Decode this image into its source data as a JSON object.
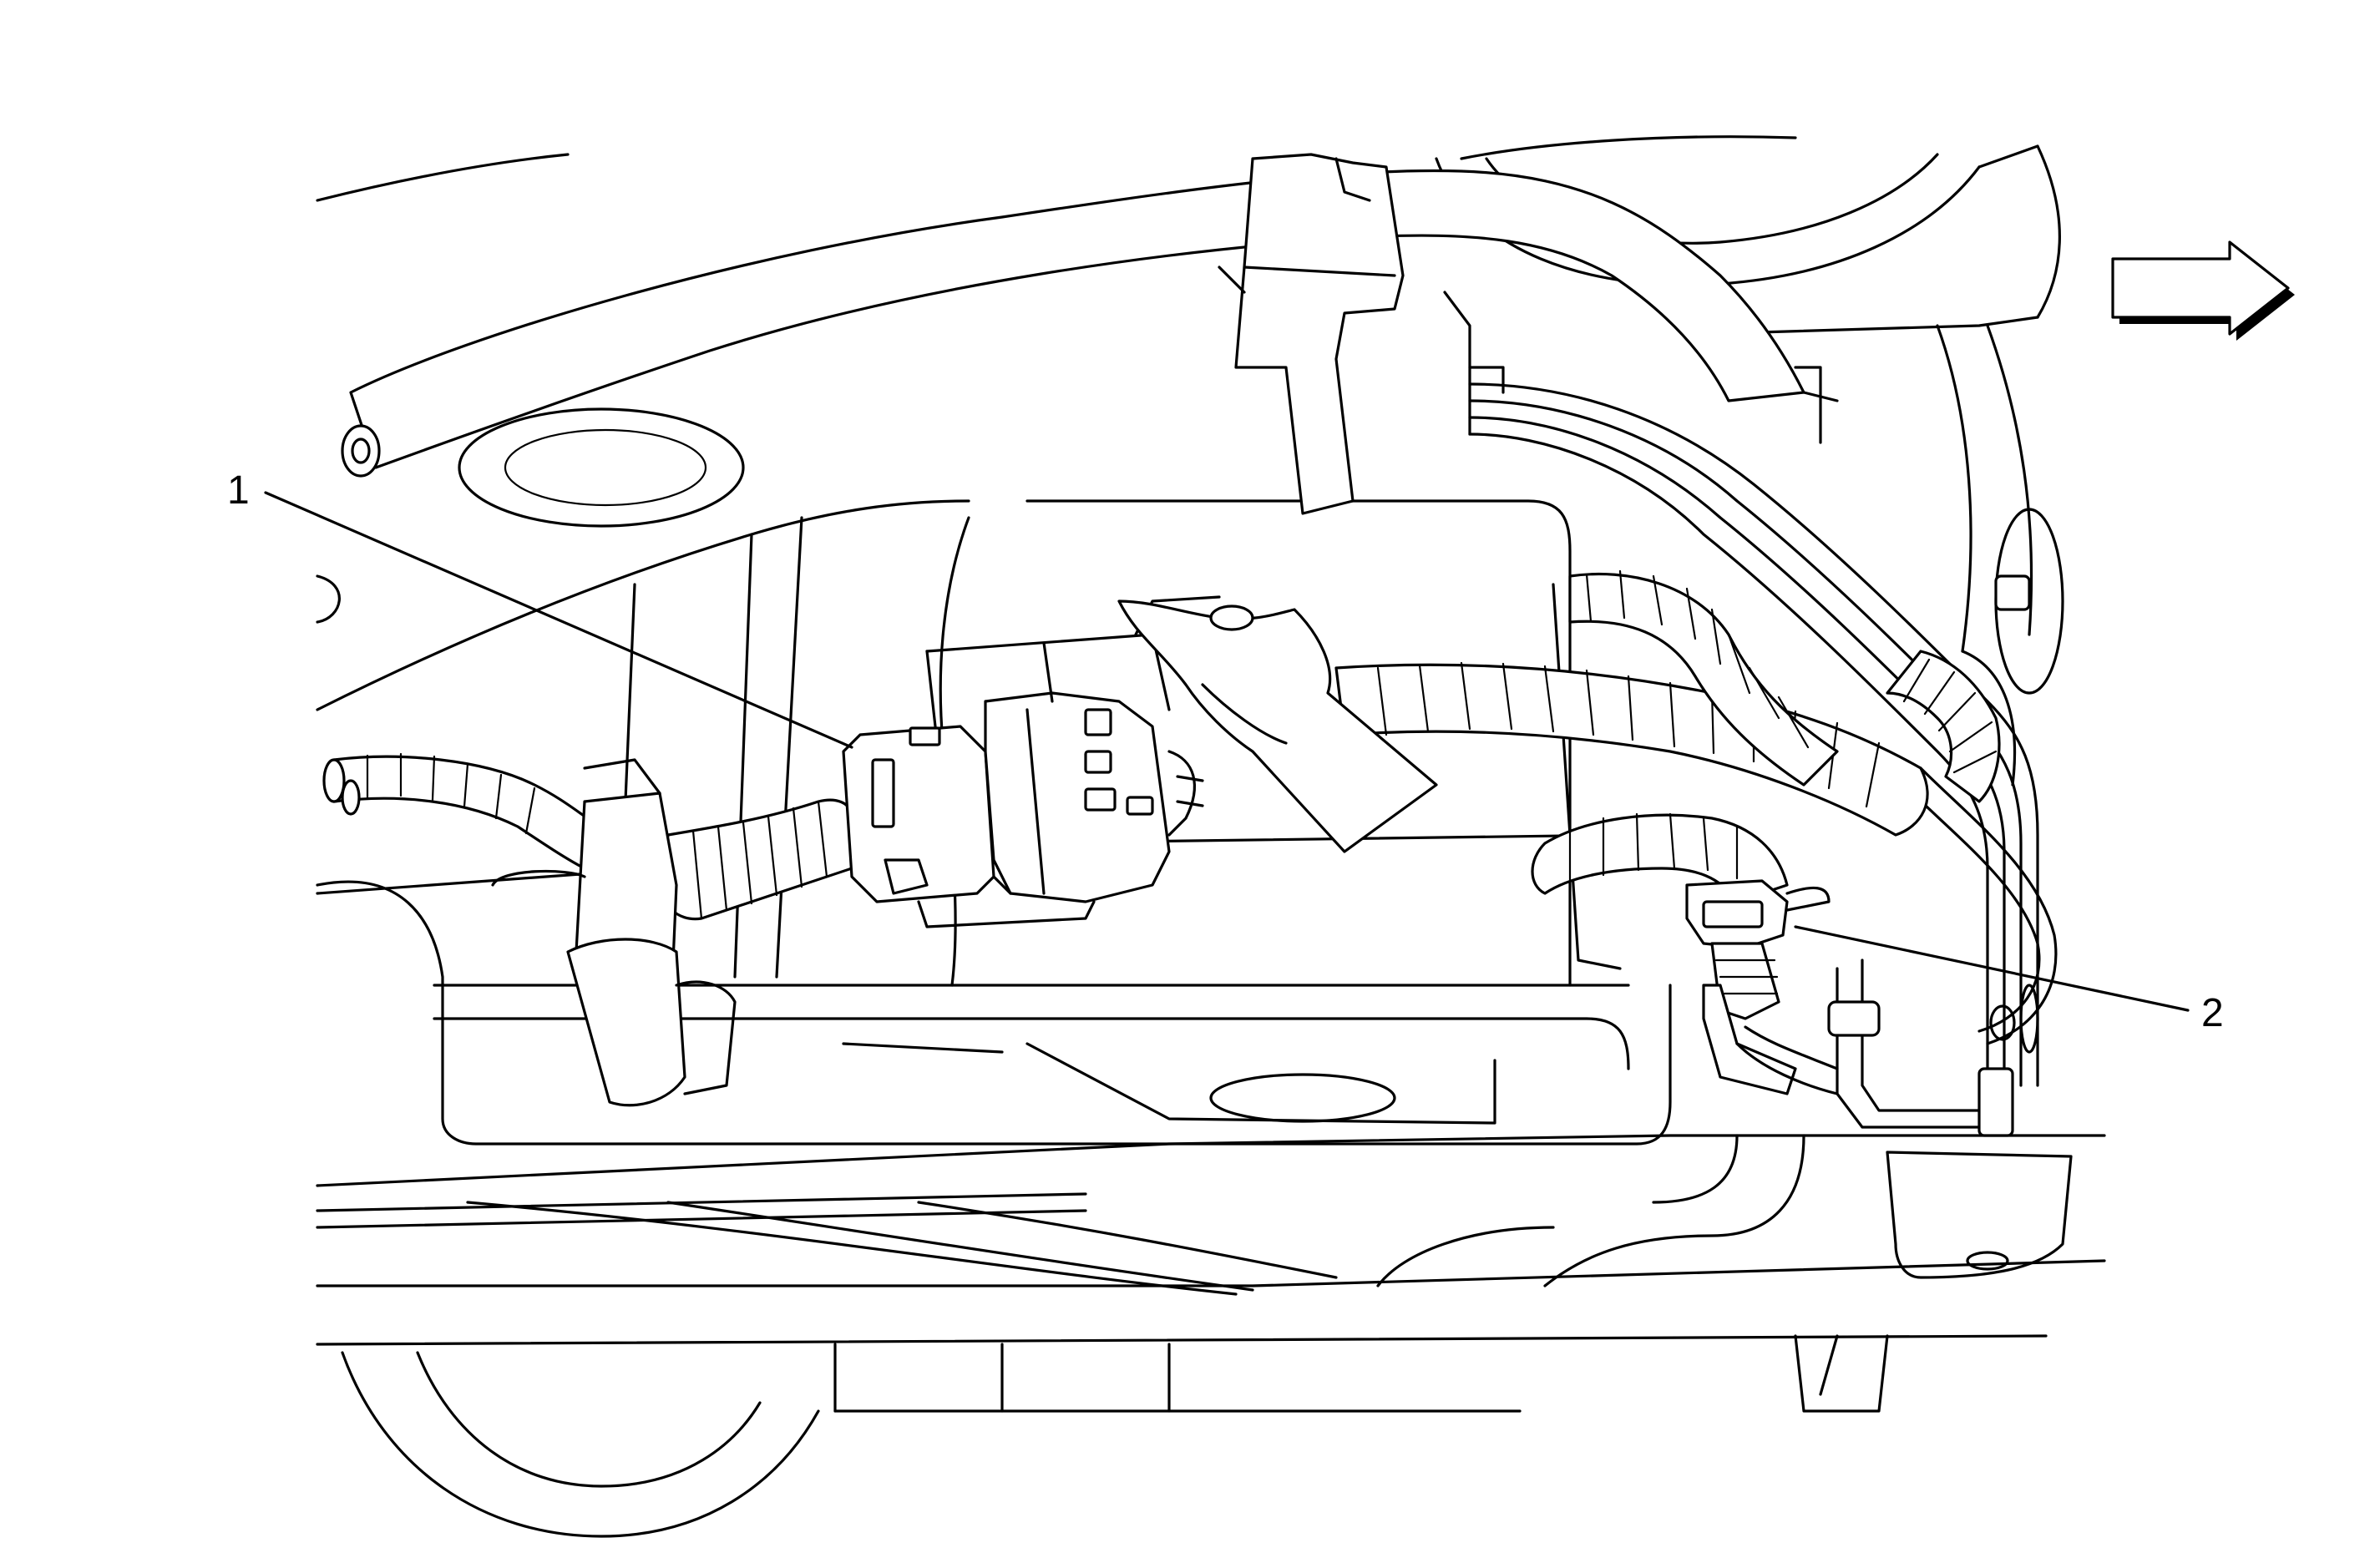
{
  "callouts": [
    {
      "id": "1",
      "label": "1"
    },
    {
      "id": "2",
      "label": "2"
    }
  ],
  "icons": {
    "direction_arrow": "right-arrow-icon"
  },
  "colors": {
    "line": "#000000",
    "background": "#ffffff"
  }
}
